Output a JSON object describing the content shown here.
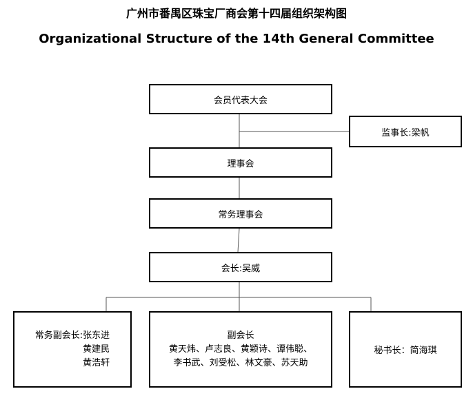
{
  "title_cn": "广州市番禺区珠宝厂商会第十四届组织架构图",
  "title_en": "Organizational Structure of the 14th General Committee",
  "nodes": {
    "assembly": "会员代表大会",
    "supervisor": "监事长:梁帆",
    "council": "理事会",
    "standing_council": "常务理事会",
    "president": "会长:吴威",
    "executive_vp": {
      "line1": "常务副会长:张东进",
      "line2": "黄建民",
      "line3": "黄浩轩"
    },
    "vice_presidents": {
      "heading": "副会长",
      "line1": "黄天炜、卢志良、黄颖诗、谭伟聪、",
      "line2": "李书武、刘受松、林文豪、苏天助"
    },
    "secretary_general": "秘书长：简海琪"
  }
}
